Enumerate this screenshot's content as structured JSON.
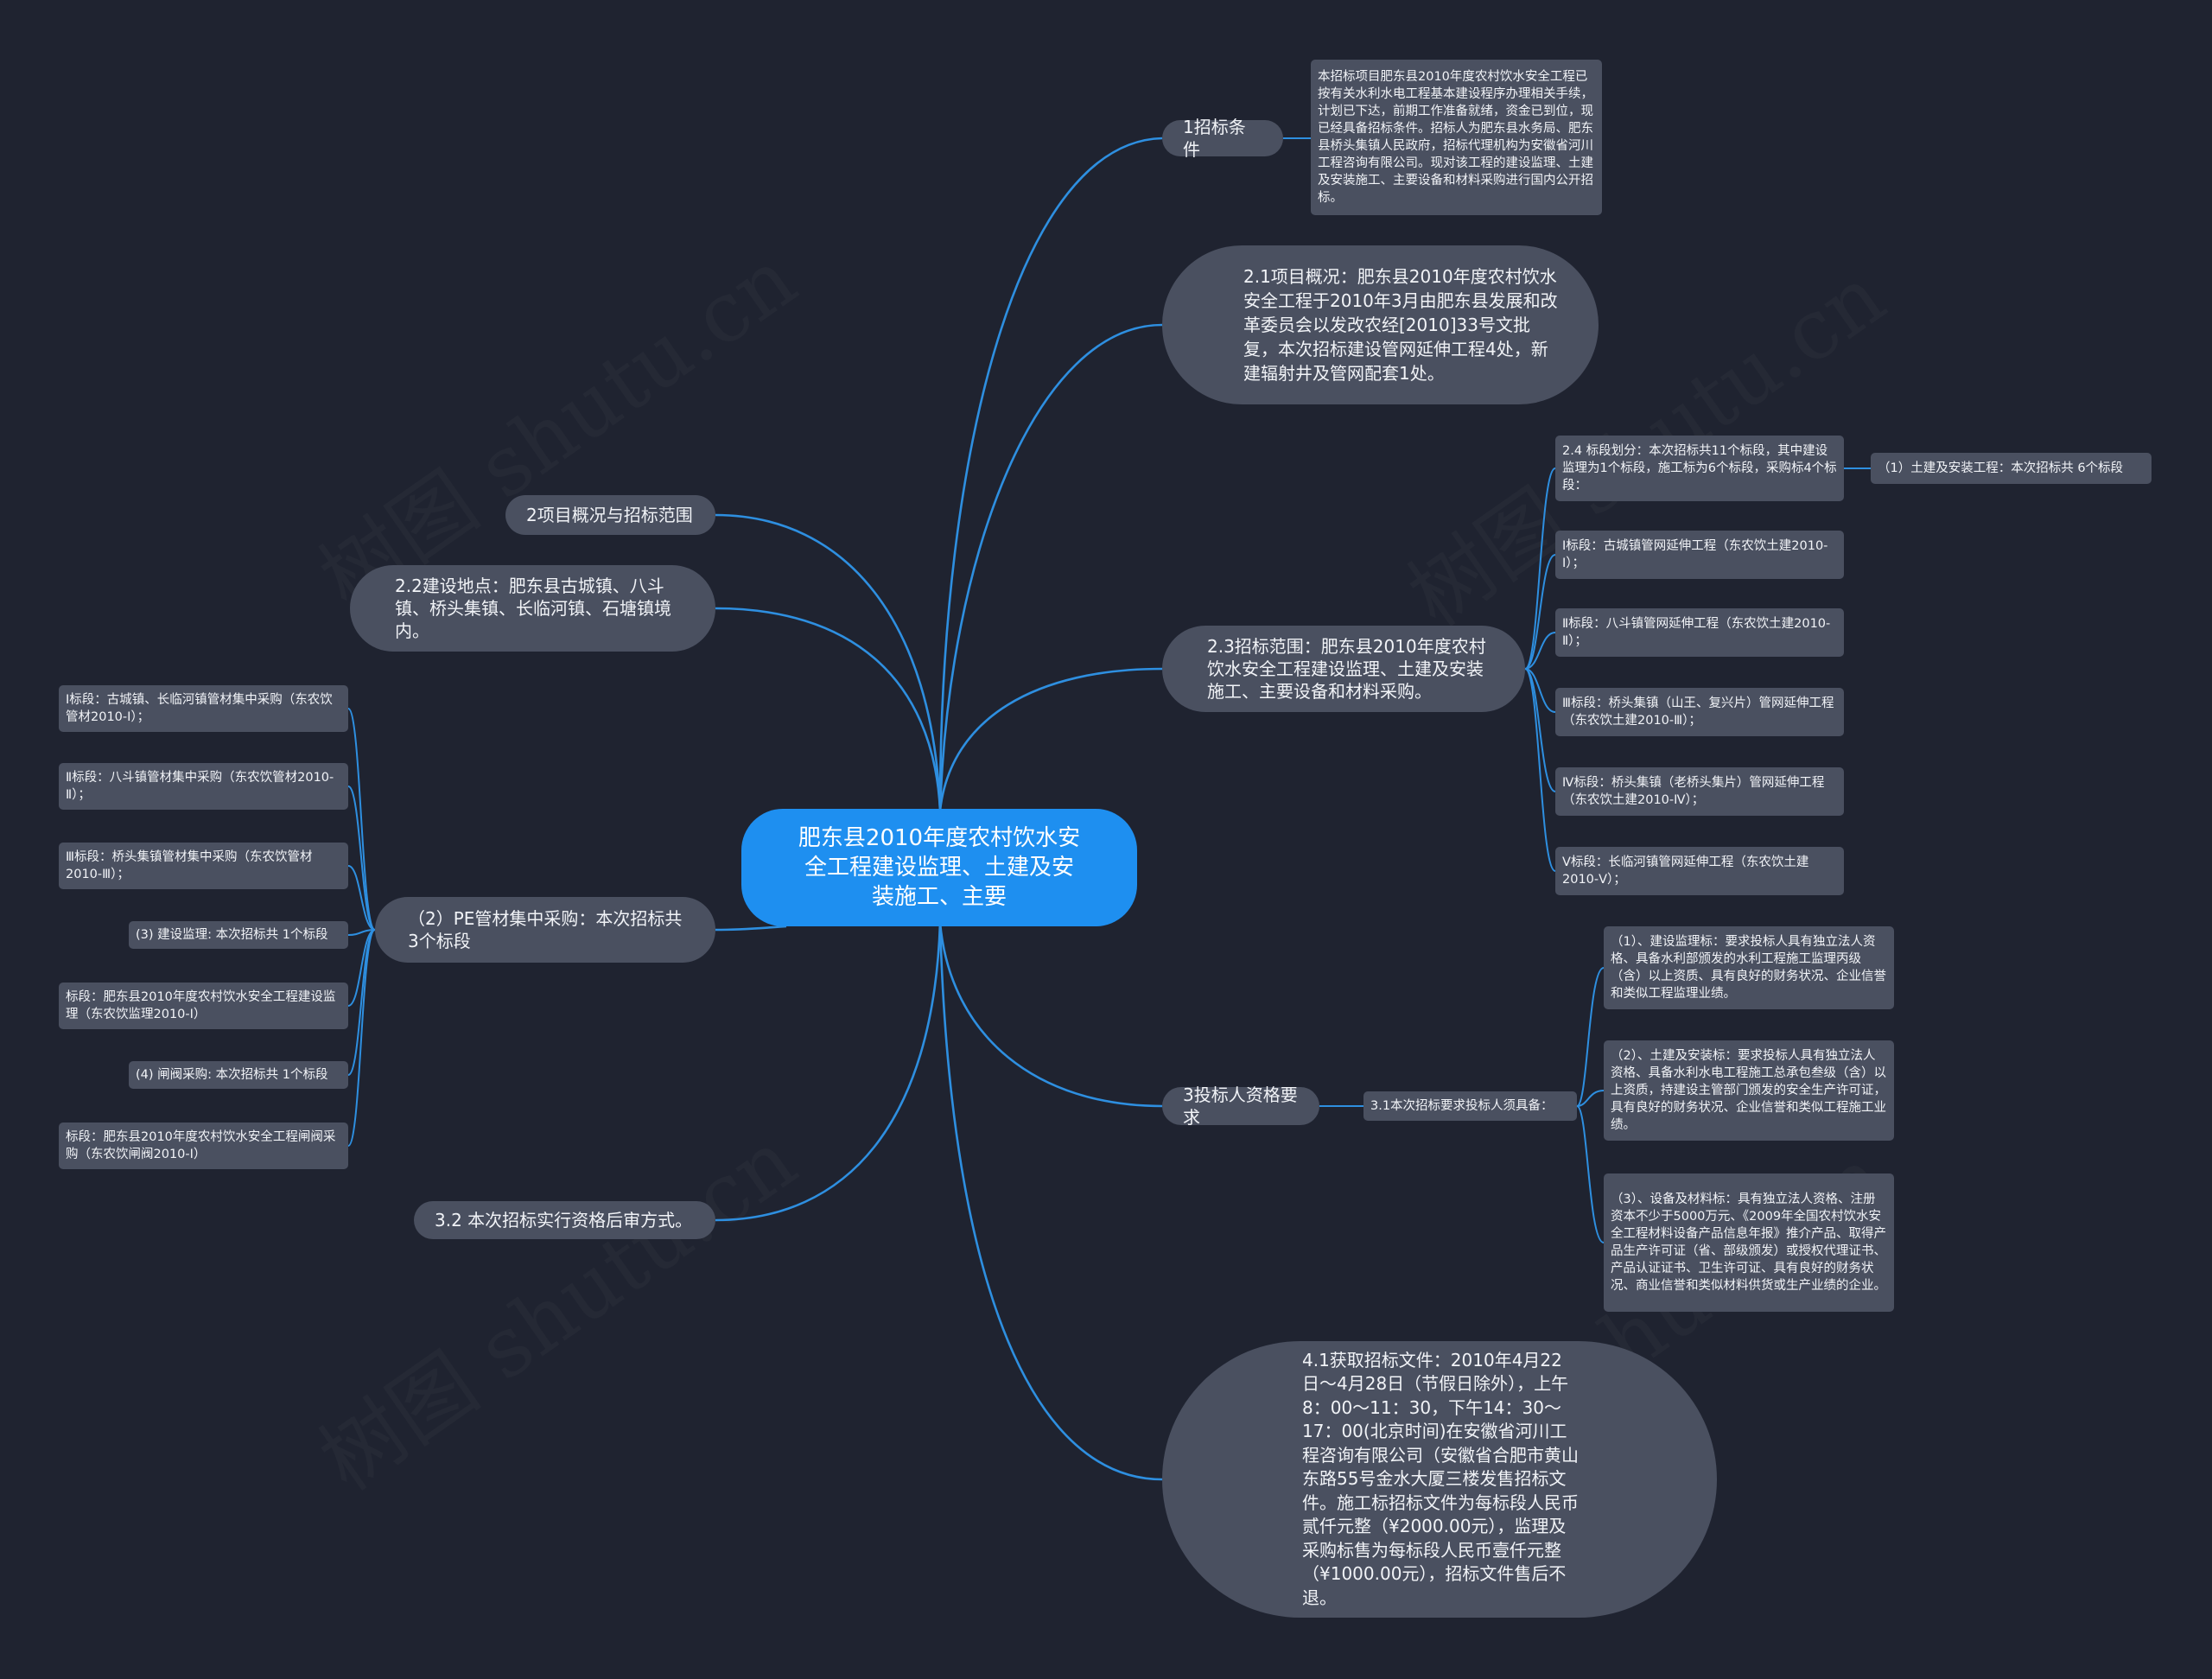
{
  "watermark": "树图 shutu.cn",
  "root": {
    "label": "肥东县2010年度农村饮水安全工程建设监理、土建及安装施工、主要"
  },
  "branches": {
    "b1": {
      "label": "1招标条件"
    },
    "b1_detail": {
      "label": "本招标项目肥东县2010年度农村饮水安全工程已按有关水利水电工程基本建设程序办理相关手续，计划已下达，前期工作准备就绪，资金已到位，现已经具备招标条件。招标人为肥东县水务局、肥东县桥头集镇人民政府，招标代理机构为安徽省河川工程咨询有限公司。现对该工程的建设监理、土建及安装施工、主要设备和材料采购进行国内公开招标。"
    },
    "b21": {
      "label": "2.1项目概况：肥东县2010年度农村饮水安全工程于2010年3月由肥东县发展和改革委员会以发改农经[2010]33号文批复，本次招标建设管网延伸工程4处，新建辐射井及管网配套1处。"
    },
    "b23": {
      "label": "2.3招标范围：肥东县2010年度农村饮水安全工程建设监理、土建及安装施工、主要设备和材料采购。"
    },
    "b24": {
      "label": "2.4 标段划分：本次招标共11个标段，其中建设监理为1个标段，施工标为6个标段，采购标4个标段："
    },
    "b24_child": {
      "label": "（1）土建及安装工程：本次招标共 6个标段"
    },
    "lots_construction": [
      {
        "label": "Ⅰ标段：古城镇管网延伸工程（东农饮土建2010-Ⅰ）；"
      },
      {
        "label": "Ⅱ标段：八斗镇管网延伸工程（东农饮土建2010-Ⅱ）；"
      },
      {
        "label": "Ⅲ标段：桥头集镇（山王、复兴片）管网延伸工程（东农饮土建2010-Ⅲ）；"
      },
      {
        "label": "Ⅳ标段：桥头集镇（老桥头集片）管网延伸工程（东农饮土建2010-Ⅳ）；"
      },
      {
        "label": "Ⅴ标段：长临河镇管网延伸工程（东农饮土建2010-Ⅴ）；"
      }
    ],
    "b3": {
      "label": "3投标人资格要求"
    },
    "b31": {
      "label": "3.1本次招标要求投标人须具备："
    },
    "qualifications": [
      {
        "label": "（1）、建设监理标：要求投标人具有独立法人资格、具备水利部颁发的水利工程施工监理丙级（含）以上资质、具有良好的财务状况、企业信誉和类似工程监理业绩。"
      },
      {
        "label": "（2）、土建及安装标：要求投标人具有独立法人资格、具备水利水电工程施工总承包叁级（含）以上资质，持建设主管部门颁发的安全生产许可证，具有良好的财务状况、企业信誉和类似工程施工业绩。"
      },
      {
        "label": "（3）、设备及材料标：具有独立法人资格、注册资本不少于5000万元、《2009年全国农村饮水安全工程材料设备产品信息年报》推介产品、取得产品生产许可证（省、部级颁发）或授权代理证书、产品认证证书、卫生许可证、具有良好的财务状况、商业信誉和类似材料供货或生产业绩的企业。"
      }
    ],
    "b41": {
      "label": "4.1获取招标文件：2010年4月22日～4月28日（节假日除外），上午8：00～11：30，下午14：30～17：00(北京时间)在安徽省河川工程咨询有限公司（安徽省合肥市黄山东路55号金水大厦三楼发售招标文件。施工标招标文件为每标段人民币贰仟元整（¥2000.00元），监理及采购标售为每标段人民币壹仟元整（¥1000.00元），招标文件售后不退。"
    },
    "b2": {
      "label": "2项目概况与招标范围"
    },
    "b22": {
      "label": "2.2建设地点：肥东县古城镇、八斗镇、桥头集镇、长临河镇、石塘镇境内。"
    },
    "bpe": {
      "label": "（2）PE管材集中采购：本次招标共 3个标段"
    },
    "pe_children": [
      {
        "label": "Ⅰ标段：古城镇、长临河镇管材集中采购（东农饮管材2010-Ⅰ）；"
      },
      {
        "label": "Ⅱ标段：八斗镇管材集中采购（东农饮管材2010-Ⅱ）；"
      },
      {
        "label": "Ⅲ标段：桥头集镇管材集中采购（东农饮管材2010-Ⅲ）；"
      },
      {
        "label": "(3) 建设监理: 本次招标共 1个标段"
      },
      {
        "label": "标段：肥东县2010年度农村饮水安全工程建设监理（东农饮监理2010-Ⅰ）"
      },
      {
        "label": "(4) 闸阀采购: 本次招标共 1个标段"
      },
      {
        "label": "标段：肥东县2010年度农村饮水安全工程闸阀采购（东农饮闸阀2010-Ⅰ）"
      }
    ],
    "b32": {
      "label": "3.2 本次招标实行资格后审方式。"
    }
  }
}
